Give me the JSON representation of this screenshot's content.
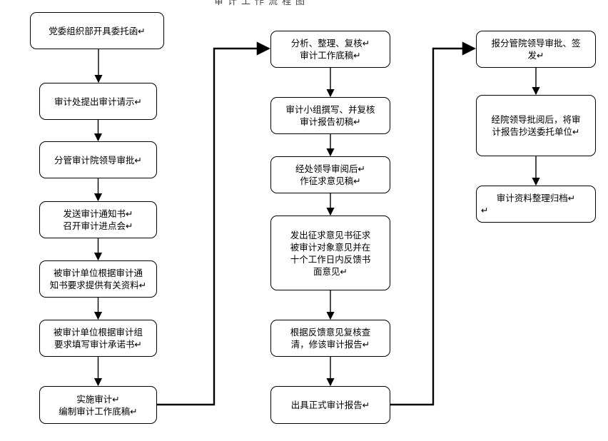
{
  "title": "审计工作流程图",
  "columns": [
    {
      "steps": [
        {
          "lines": [
            "党委组织部开具委托函↵"
          ]
        },
        {
          "lines": [
            "审计处提出审计请示↵"
          ]
        },
        {
          "lines": [
            "分管审计院领导审批↵"
          ]
        },
        {
          "lines": [
            "发送审计通知书↵",
            "召开审计进点会↵"
          ]
        },
        {
          "lines": [
            "被审计单位根据审计通",
            "知书要求提供有关资料↵"
          ]
        },
        {
          "lines": [
            "被审计单位根据审计组",
            "要求填写审计承诺书↵"
          ]
        },
        {
          "lines": [
            "实施审计↵",
            "编制审计工作底稿↵"
          ]
        }
      ]
    },
    {
      "steps": [
        {
          "lines": [
            "分析、整理、复核↵",
            "审计工作底稿↵"
          ]
        },
        {
          "lines": [
            "审计小组撰写、并复核",
            "审计报告初稿↵"
          ]
        },
        {
          "lines": [
            "经处领导审阅后↵",
            "作征求意见稿↵"
          ]
        },
        {
          "lines": [
            "发出征求意见书征求",
            "被审计对象意见并在",
            "十个工作日内反馈书",
            "面意见↵"
          ]
        },
        {
          "lines": [
            "根据反馈意见复核查",
            "清，修该审计报告↵"
          ]
        },
        {
          "lines": [
            "出具正式审计报告↵"
          ]
        }
      ]
    },
    {
      "steps": [
        {
          "lines": [
            "报分管院领导审批、签",
            "发↵"
          ]
        },
        {
          "lines": [
            "经院领导批阅后，将审",
            "计报告抄送委托单位↵"
          ]
        },
        {
          "lines": [
            "审计资料整理归档↵",
            "↵"
          ]
        }
      ]
    }
  ]
}
